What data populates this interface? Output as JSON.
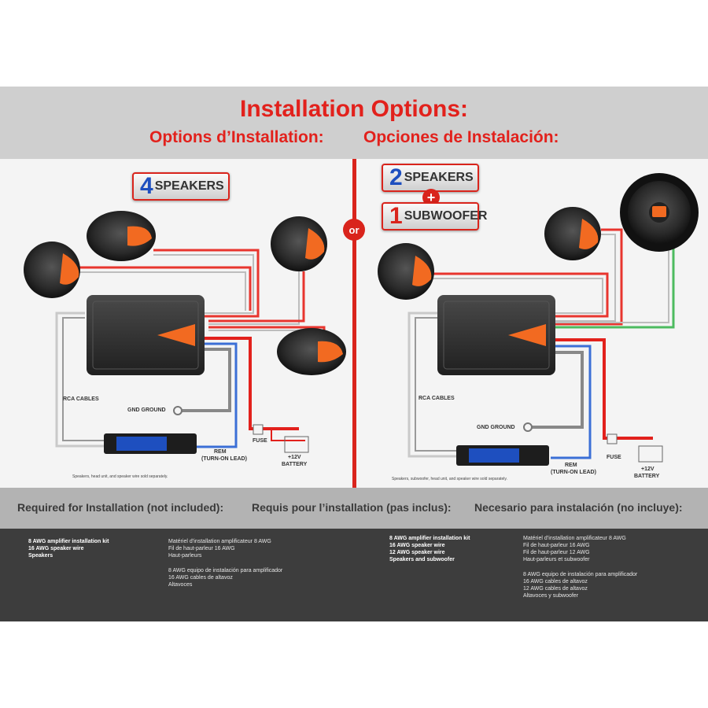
{
  "header": {
    "title": "Installation Options:",
    "subtitle_fr": "Options d’Installation:",
    "subtitle_es": "Opciones de Instalación:"
  },
  "left": {
    "badge_num": "4",
    "badge_word": "SPEAKERS",
    "rca_label": "RCA CABLES",
    "gnd_label": "GND GROUND",
    "remote_label": "REM",
    "remote_sub": "(TURN-ON LEAD)",
    "fuse_label": "FUSE",
    "battery_label": "+12V",
    "battery_sub": "BATTERY",
    "note": "Speakers, head unit, and speaker wire sold separately."
  },
  "or_label": "or",
  "right": {
    "badge1_num": "2",
    "badge1_word": "SPEAKERS",
    "plus": "+",
    "badge2_num": "1",
    "badge2_word": "SUBWOOFER",
    "rca_label": "RCA CABLES",
    "gnd_label": "GND GROUND",
    "remote_label": "REM",
    "remote_sub": "(TURN-ON LEAD)",
    "fuse_label": "FUSE",
    "battery_label": "+12V",
    "battery_sub": "BATTERY",
    "note": "Speakers, subwoofer, head unit, and speaker wire sold separately."
  },
  "requirements": {
    "title_en": "Required for Installation (not included):",
    "title_fr": "Requis pour l’installation (pas inclus):",
    "title_es": "Necesario para instalación (no incluye):",
    "left_en": [
      "8 AWG amplifier installation kit",
      "16 AWG speaker wire",
      "Speakers"
    ],
    "left_fr": [
      "Matériel d’installation amplificateur 8 AWG",
      "Fil de haut-parleur 16 AWG",
      "Haut-parleurs"
    ],
    "left_es": [
      "8 AWG equipo de instalación para amplificador",
      "16 AWG cables de altavoz",
      "Altavoces"
    ],
    "right_en": [
      "8 AWG amplifier installation kit",
      "16 AWG speaker wire",
      "12 AWG speaker wire",
      "Speakers and subwoofer"
    ],
    "right_fr": [
      "Matériel d’installation amplificateur 8 AWG",
      "Fil de haut-parleur 16 AWG",
      "Fil de haut-parleur 12 AWG",
      "Haut-parleurs et subwoofer"
    ],
    "right_es": [
      "8 AWG equipo de instalación para amplificador",
      "16 AWG cables de altavoz",
      "12 AWG cables de altavoz",
      "Altavoces y subwoofer"
    ]
  },
  "colors": {
    "accent_red": "#e2211c",
    "speaker_orange": "#f26a21",
    "wire_red": "#e8352e",
    "wire_blue": "#3b6fd6",
    "wire_green": "#4dbb5f",
    "header_gray": "#cfcfcf",
    "panel_dark": "#3d3d3d"
  }
}
